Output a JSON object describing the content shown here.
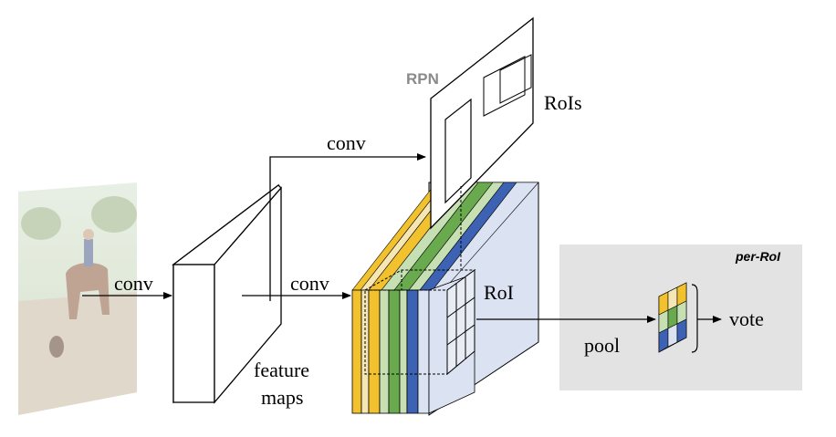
{
  "labels": {
    "rpn": "RPN",
    "rois": "RoIs",
    "conv_top": "conv",
    "conv_input": "conv",
    "conv_mid": "conv",
    "feature_maps_line1": "feature",
    "feature_maps_line2": "maps",
    "roi": "RoI",
    "pool": "pool",
    "vote": "vote",
    "per_roi": "per-RoI"
  },
  "colors": {
    "yellow": "#f2c12e",
    "cream": "#f5e6b3",
    "green": "#6aaa4f",
    "light_green": "#c6dfb3",
    "blue": "#3d62b3",
    "light_blue": "#dbe3f2",
    "panel_gray": "#e3e3e3"
  },
  "icons": {
    "input_image": "photo-of-horse-rider-icon"
  }
}
